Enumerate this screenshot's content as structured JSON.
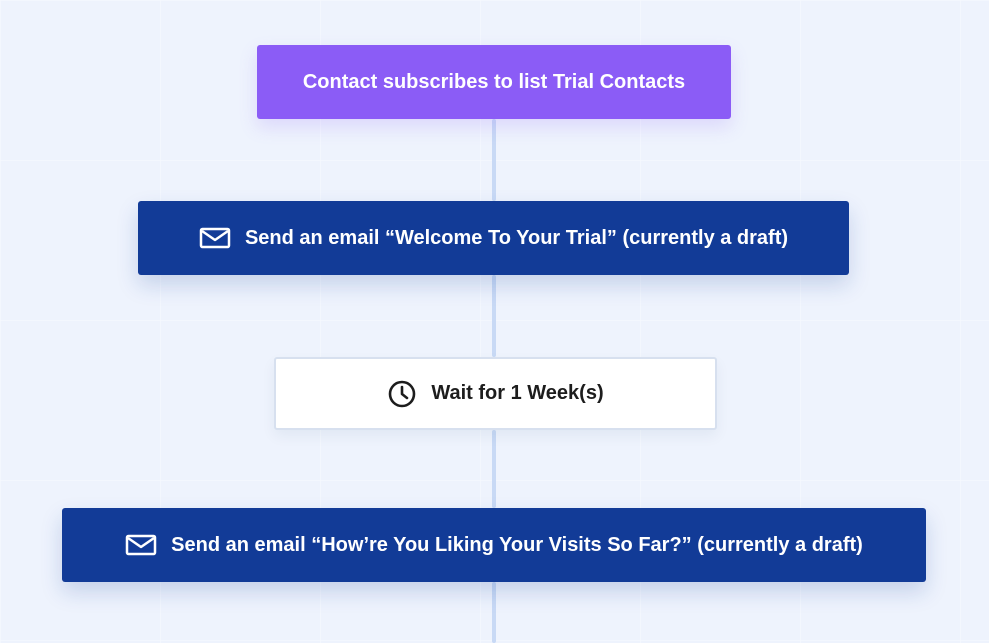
{
  "workflow": {
    "trigger": {
      "label": "Contact subscribes to list Trial Contacts"
    },
    "steps": [
      {
        "icon": "envelope-icon",
        "label": "Send an email “Welcome To Your Trial” (currently a draft)"
      },
      {
        "icon": "clock-icon",
        "label": "Wait for 1 Week(s)"
      },
      {
        "icon": "envelope-icon",
        "label": "Send an email “How’re You Liking Your Visits So Far?” (currently a draft)"
      }
    ]
  },
  "colors": {
    "background": "#eef3fd",
    "trigger": "#8b5cf6",
    "email_step": "#123b97",
    "wait_step": "#ffffff",
    "connector": "#c8d9f5"
  }
}
